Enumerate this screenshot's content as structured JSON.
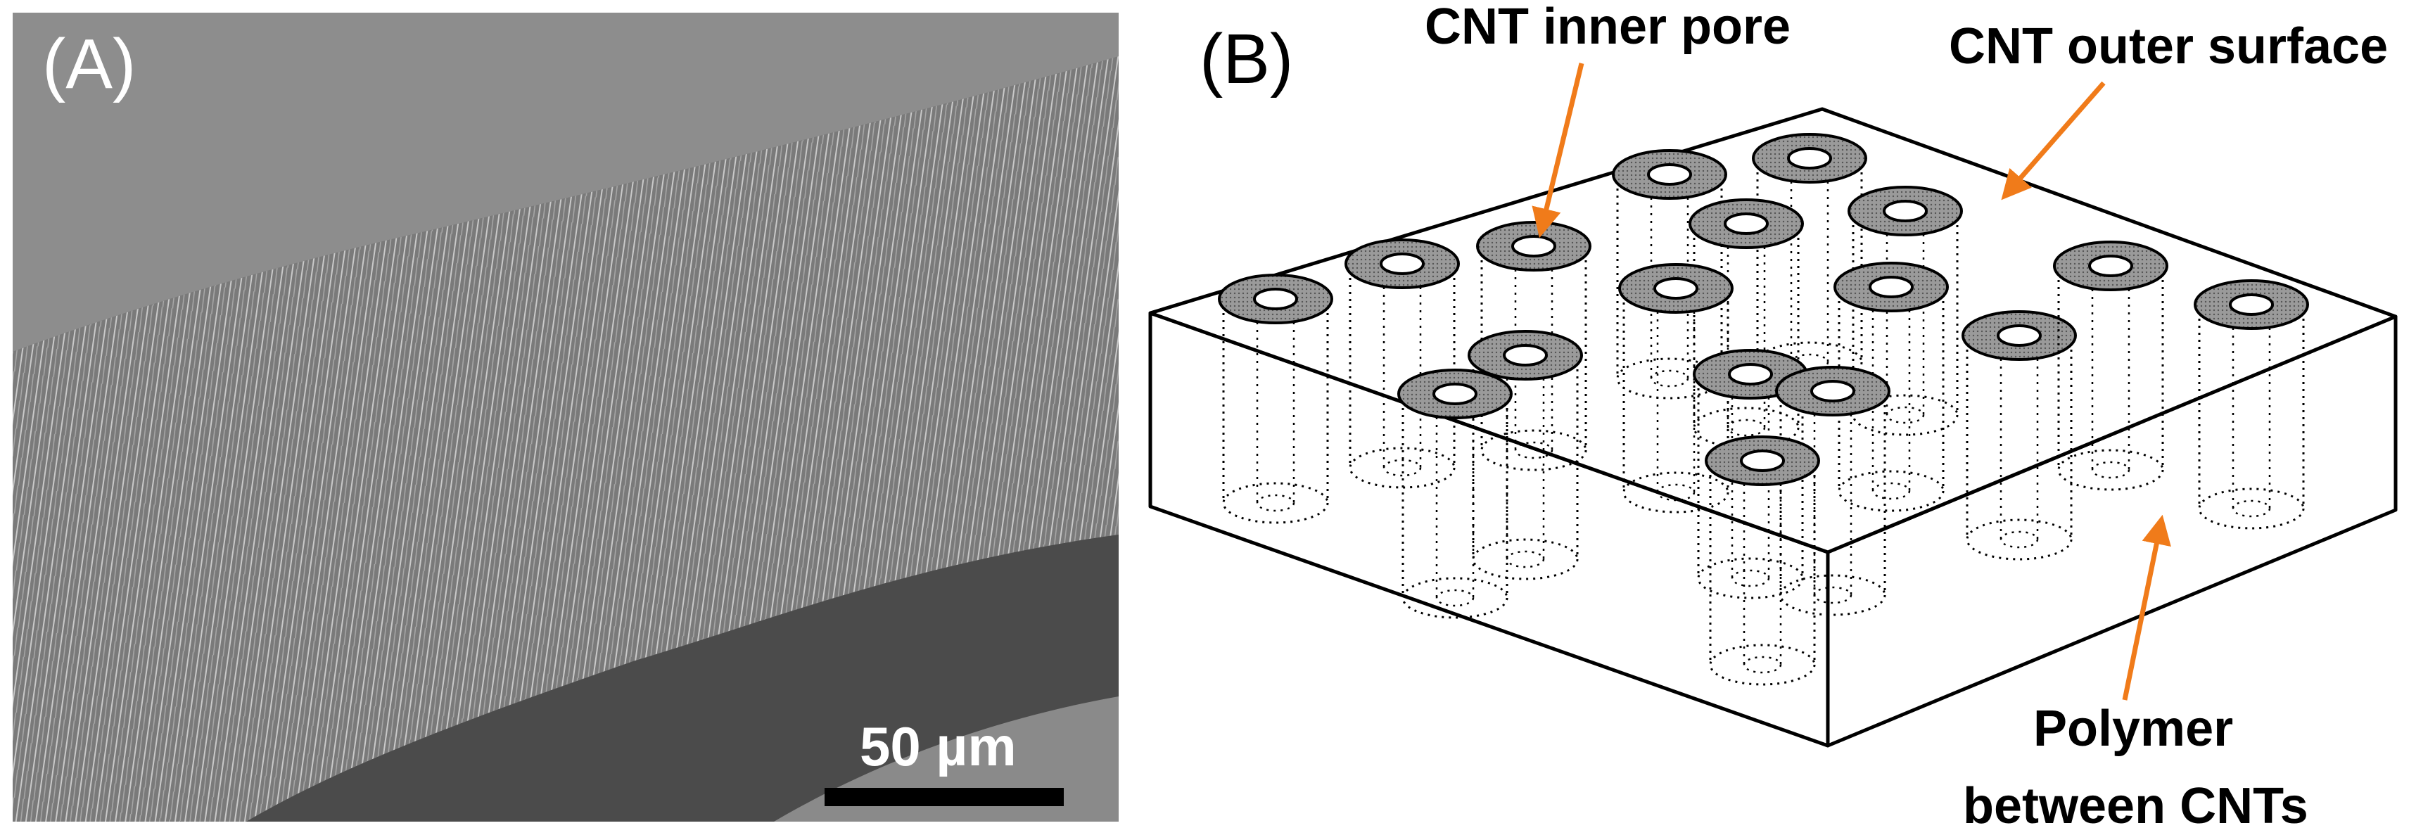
{
  "panel_a": {
    "label": "(A)",
    "scale_bar_label": "50 µm"
  },
  "panel_b": {
    "label": "(B)",
    "annotations": {
      "inner_pore": "CNT inner pore",
      "outer_surface": "CNT outer surface",
      "polymer_line1": "Polymer",
      "polymer_line2": "between CNTs"
    }
  },
  "colors": {
    "arrow": "#f07b1a",
    "sem_background": "#6e6e6e",
    "tube_fill": "#8c8c8c",
    "outline": "#000000"
  }
}
